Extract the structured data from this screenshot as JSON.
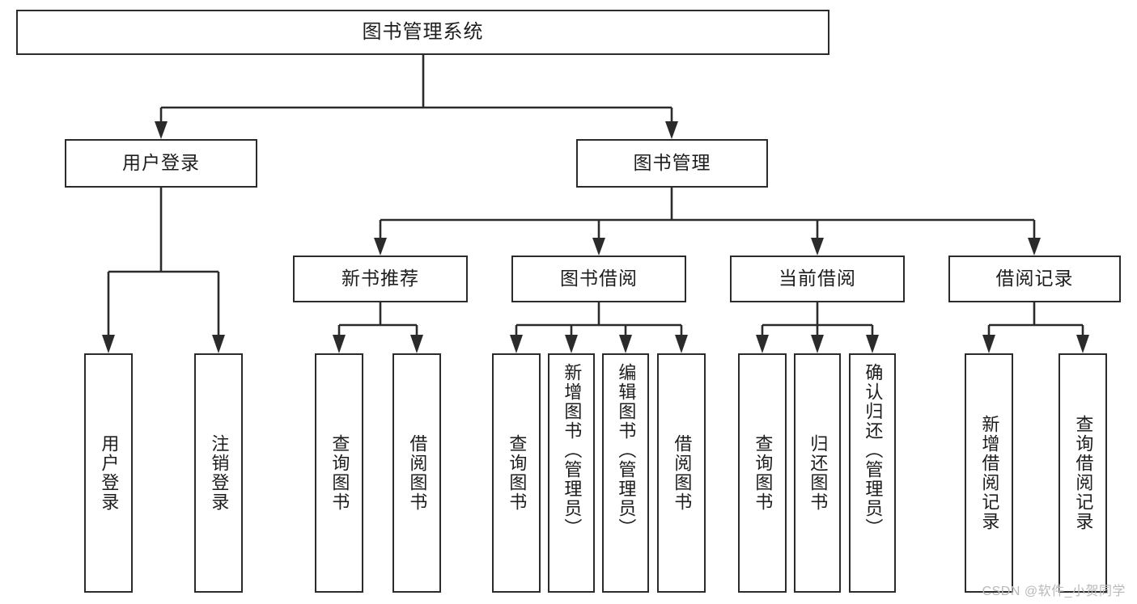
{
  "diagram": {
    "title": "图书管理系统",
    "type": "tree",
    "watermark": "CSDN @软件_小贺同学",
    "colors": {
      "stroke": "#2b2b2b",
      "box_fill": "#ffffff",
      "text": "#1d1d1d",
      "watermark": "#b9b9b9",
      "background": "#ffffff"
    },
    "root": {
      "id": "root",
      "label": "图书管理系统"
    },
    "level2": [
      {
        "id": "user-login",
        "label": "用户登录"
      },
      {
        "id": "book-manage",
        "label": "图书管理"
      }
    ],
    "level3": [
      {
        "id": "new-book-recommend",
        "label": "新书推荐",
        "parent": "book-manage"
      },
      {
        "id": "book-borrow",
        "label": "图书借阅",
        "parent": "book-manage"
      },
      {
        "id": "current-borrow",
        "label": "当前借阅",
        "parent": "book-manage"
      },
      {
        "id": "borrow-record",
        "label": "借阅记录",
        "parent": "book-manage"
      }
    ],
    "leaves": {
      "user_login": [
        {
          "id": "leaf-user-login",
          "label": "用户登录"
        },
        {
          "id": "leaf-logout",
          "label": "注销登录"
        }
      ],
      "new_book_recommend": [
        {
          "id": "leaf-query-book-1",
          "label": "查询图书"
        },
        {
          "id": "leaf-borrow-book-1",
          "label": "借阅图书"
        }
      ],
      "book_borrow": [
        {
          "id": "leaf-query-book-2",
          "label": "查询图书"
        },
        {
          "id": "leaf-add-book",
          "label": "新增图书（管理员）"
        },
        {
          "id": "leaf-edit-book",
          "label": "编辑图书（管理员）"
        },
        {
          "id": "leaf-borrow-book-2",
          "label": "借阅图书"
        }
      ],
      "current_borrow": [
        {
          "id": "leaf-query-book-3",
          "label": "查询图书"
        },
        {
          "id": "leaf-return-book",
          "label": "归还图书"
        },
        {
          "id": "leaf-confirm-return",
          "label": "确认归还（管理员）"
        }
      ],
      "borrow_record": [
        {
          "id": "leaf-add-record",
          "label": "新增借阅记录"
        },
        {
          "id": "leaf-query-record",
          "label": "查询借阅记录"
        }
      ]
    }
  }
}
